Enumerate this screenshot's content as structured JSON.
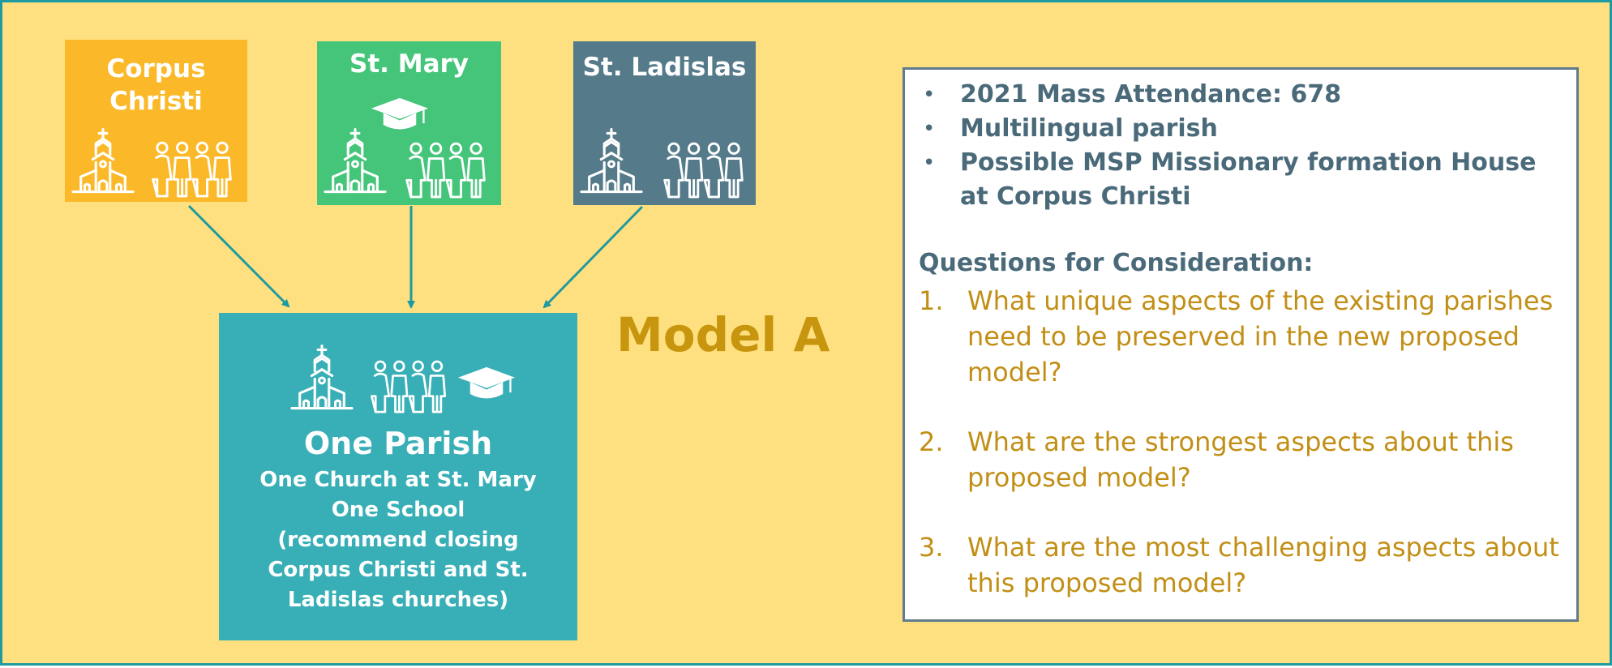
{
  "parishes": [
    {
      "name_lines": [
        "Corpus",
        "Christi"
      ],
      "color": "#FBB929",
      "icons": [
        "church-icon",
        "people-icon"
      ]
    },
    {
      "name_lines": [
        "St. Mary"
      ],
      "color": "#44C57A",
      "icons": [
        "graduation-cap-icon",
        "church-icon",
        "people-icon"
      ]
    },
    {
      "name_lines": [
        "St. Ladislas"
      ],
      "color": "#557A8A",
      "icons": [
        "church-icon",
        "people-icon"
      ]
    }
  ],
  "merged": {
    "title": "One Parish",
    "details": [
      "One Church at St. Mary",
      "One School",
      "(recommend closing Corpus Christi and St. Ladislas churches)"
    ],
    "color": "#38AFB6",
    "icons": [
      "church-icon",
      "people-icon",
      "graduation-cap-icon"
    ]
  },
  "model_label": "Model A",
  "panel": {
    "bullets": [
      "2021 Mass Attendance: 678",
      "Multilingual parish",
      "Possible MSP Missionary formation House at Corpus Christi"
    ],
    "questions_heading": "Questions for Consideration:",
    "questions": [
      "What unique aspects of the existing parishes need to be preserved in the new proposed model?",
      "What are the strongest aspects about this proposed model?",
      "What are the most challenging aspects about this proposed model?"
    ]
  },
  "colors": {
    "background": "#FFE080",
    "frame": "#1E9AA0",
    "arrow": "#1E9AA0",
    "model_label": "#C8960E",
    "bullet_text": "#4A6A7A",
    "question_text": "#C28F16"
  }
}
